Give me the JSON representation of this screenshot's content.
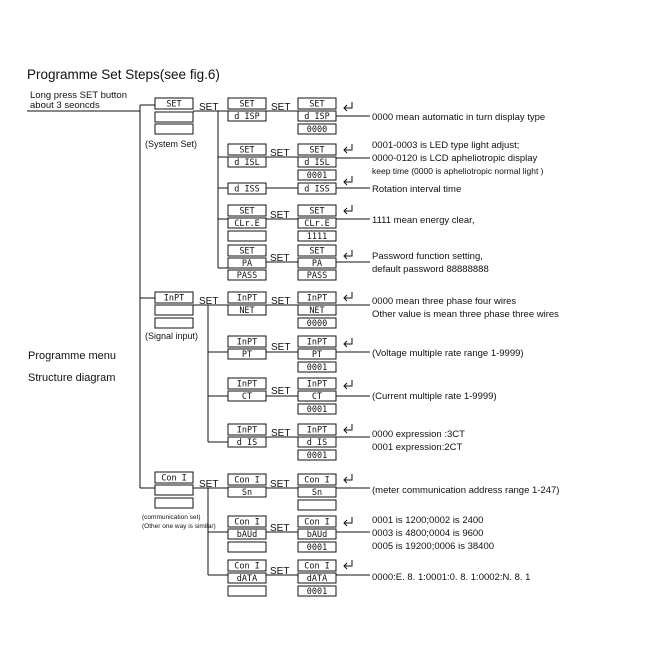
{
  "title": "Programme Set Steps(see fig.6)",
  "long_press": [
    "Long press SET button",
    "about 3 seoncds"
  ],
  "menu_label": [
    "Programme menu",
    "Structure diagram"
  ],
  "set_label": "SET",
  "enter_icon": "enter-arrow-icon",
  "groups": [
    {
      "id": "system",
      "display": "SET",
      "caption": "(System Set)",
      "items": [
        {
          "mid_top": "SET",
          "mid_bot": "d ISP",
          "right_top": "SET",
          "right_mid": "d ISP",
          "right_bot": "0000",
          "desc": [
            "0000 mean automatic in turn display type"
          ]
        },
        {
          "mid_top": "SET",
          "mid_bot": "d ISL",
          "right_top": "SET",
          "right_mid": "d ISL",
          "right_bot": "0001",
          "desc": [
            "0001-0003 is LED type light adjust;",
            "0000-0120 is LCD apheliotropic display",
            "keep time (0000 is apheliotropic normal light )"
          ]
        },
        {
          "mid_top": "",
          "mid_bot": "d ISS",
          "right_top": "",
          "right_mid": "d ISS",
          "right_bot": "",
          "desc": [
            "Rotation interval time"
          ]
        },
        {
          "mid_top": "SET",
          "mid_bot": "CLr.E",
          "right_top": "SET",
          "right_mid": "CLr.E",
          "right_bot": "1111",
          "desc": [
            "1111 mean energy clear,"
          ]
        },
        {
          "mid_top": "SET",
          "mid_bot": "PA",
          "extra": "PASS",
          "right_top": "SET",
          "right_mid": "PA",
          "right_bot": "PASS",
          "desc": [
            "Password function setting,",
            "default password 88888888"
          ]
        }
      ]
    },
    {
      "id": "signal",
      "display": "InPT",
      "caption": "(Signal input)",
      "items": [
        {
          "mid_top": "InPT",
          "mid_bot": "NET",
          "right_top": "InPT",
          "right_mid": "NET",
          "right_bot": "0000",
          "desc": [
            "0000 mean three phase four wires",
            "Other value is mean three phase three wires"
          ]
        },
        {
          "mid_top": "InPT",
          "mid_bot": "PT",
          "right_top": "InPT",
          "right_mid": "PT",
          "right_bot": "0001",
          "desc": [
            "(Voltage multiple rate range 1-9999)"
          ]
        },
        {
          "mid_top": "InPT",
          "mid_bot": "CT",
          "right_top": "InPT",
          "right_mid": "CT",
          "right_bot": "0001",
          "desc": [
            "(Current multiple rate 1-9999)"
          ]
        },
        {
          "mid_top": "InPT",
          "mid_bot": "d IS",
          "right_top": "InPT",
          "right_mid": "d IS",
          "right_bot": "0001",
          "desc": [
            "0000 expression :3CT",
            "0001 expression:2CT"
          ]
        }
      ]
    },
    {
      "id": "comm",
      "display": "Con I",
      "caption": [
        "(communication set)",
        "(Other one way is similar)"
      ],
      "items": [
        {
          "mid_top": "Con I",
          "mid_bot": "Sn",
          "right_top": "Con I",
          "right_mid": "Sn",
          "right_bot": "",
          "desc": [
            "(meter communication address range 1-247)"
          ]
        },
        {
          "mid_top": "Con I",
          "mid_bot": "bAUd",
          "right_top": "Con I",
          "right_mid": "bAUd",
          "right_bot": "0001",
          "desc": [
            "0001 is 1200;0002 is 2400",
            "0003 is 4800;0004 is 9600",
            "0005 is 19200;0006 is 38400"
          ]
        },
        {
          "mid_top": "Con I",
          "mid_bot": "dATA",
          "right_top": "Con I",
          "right_mid": "dATA",
          "right_bot": "0001",
          "desc": [
            "0000:E. 8. 1:0001:0. 8. 1:0002:N. 8. 1"
          ]
        }
      ]
    }
  ]
}
